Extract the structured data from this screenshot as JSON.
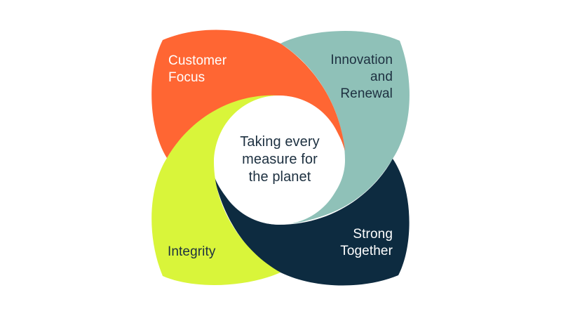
{
  "diagram": {
    "type": "pinwheel-values",
    "center": {
      "lines": [
        "Taking every",
        "measure for",
        "the planet"
      ],
      "text_color": "#1d3040",
      "fill": "#ffffff"
    },
    "petals": [
      {
        "id": "customer-focus",
        "position": "top-left",
        "lines": [
          "Customer",
          "Focus"
        ],
        "fill": "#ff6633",
        "text_color": "#ffffff"
      },
      {
        "id": "innovation-and-renewal",
        "position": "top-right",
        "lines": [
          "Innovation",
          "and",
          "Renewal"
        ],
        "fill": "#8fc1b8",
        "text_color": "#1d3040"
      },
      {
        "id": "strong-together",
        "position": "bottom-right",
        "lines": [
          "Strong",
          "Together"
        ],
        "fill": "#0d2b40",
        "text_color": "#ffffff"
      },
      {
        "id": "integrity",
        "position": "bottom-left",
        "lines": [
          "Integrity"
        ],
        "fill": "#d9f53a",
        "text_color": "#1d3040"
      }
    ]
  }
}
